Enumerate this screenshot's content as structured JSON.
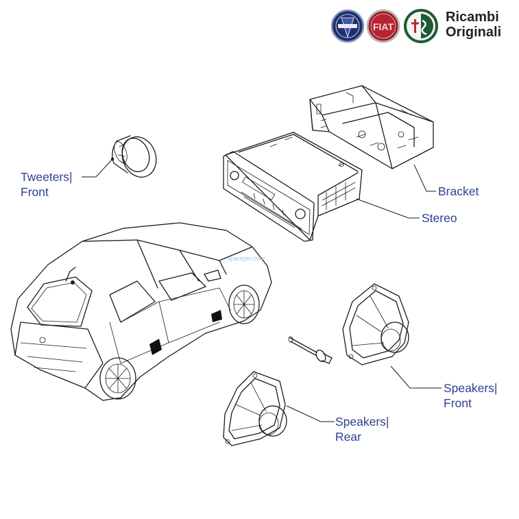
{
  "brand": {
    "logos": [
      "Lancia",
      "Fiat",
      "Alfa Romeo"
    ],
    "title_line1": "Ricambi",
    "title_line2": "Originali"
  },
  "callouts": {
    "tweeters": {
      "line1": "Tweeters|",
      "line2": "Front"
    },
    "bracket": {
      "line1": "Bracket"
    },
    "stereo": {
      "line1": "Stereo"
    },
    "speakers_front": {
      "line1": "Speakers|",
      "line2": "Front"
    },
    "speakers_rear": {
      "line1": "Speakers|",
      "line2": "Rear"
    }
  },
  "watermark": "sparepin.com",
  "colors": {
    "label": "#2e3f8f",
    "lancia": "#1f2f6e",
    "fiat": "#9b1b24",
    "alfa": "#1d5a36"
  }
}
